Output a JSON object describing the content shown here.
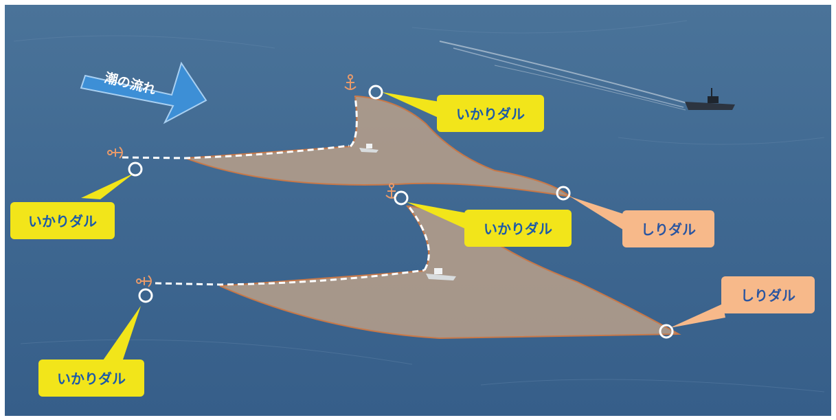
{
  "flow_arrow": {
    "label": "潮の流れ"
  },
  "callouts": {
    "anchor_top_right": "いかりダル",
    "anchor_top_left": "いかりダル",
    "tail_top": "しりダル",
    "anchor_bottom_right": "いかりダル",
    "tail_bottom": "しりダル",
    "anchor_bottom_left": "いかりダル"
  },
  "colors": {
    "sea": "#3d6690",
    "net_fill": "#b39c89",
    "net_outline": "#c87848",
    "anchor_callout": "#f2e51a",
    "anchor_callout_text": "#1c5aa8",
    "tail_callout": "#f7b98a",
    "tail_callout_text": "#2a55a0",
    "arrow": "#3d8fd6",
    "rope": "#ffffff"
  },
  "icons": [
    "anchor-icon",
    "buoy-ring-icon",
    "fishing-boat-icon",
    "flow-arrow-icon"
  ]
}
